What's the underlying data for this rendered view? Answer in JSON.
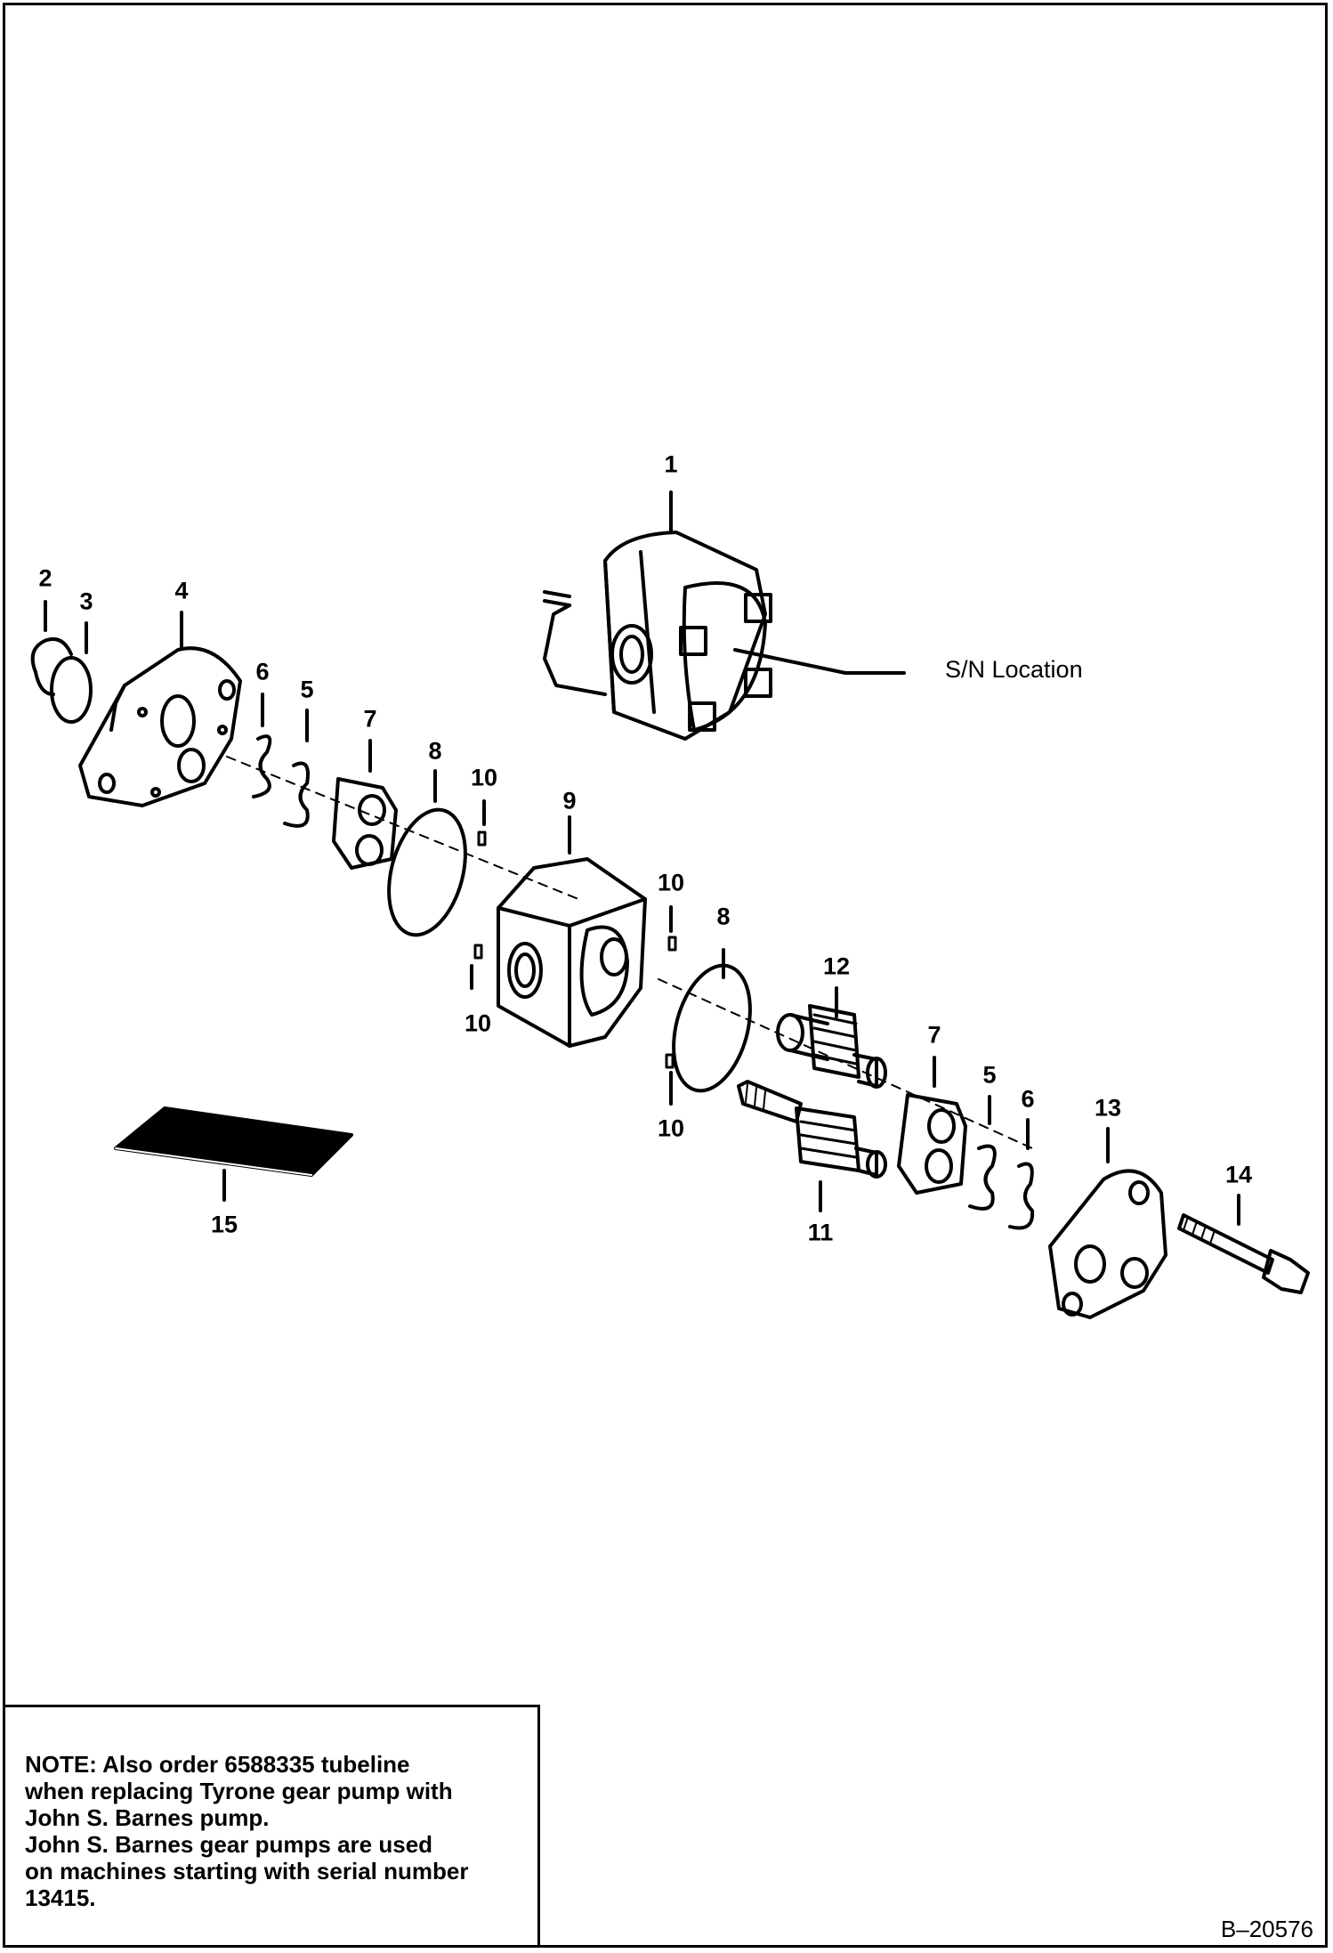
{
  "callouts": {
    "c1": "1",
    "c2": "2",
    "c3": "3",
    "c4": "4",
    "c5a": "5",
    "c6a": "6",
    "c7a": "7",
    "c8a": "8",
    "c10a": "10",
    "c9": "9",
    "c10b": "10",
    "c10c": "10",
    "c8b": "8",
    "c12": "12",
    "c7b": "7",
    "c5b": "5",
    "c6b": "6",
    "c13": "13",
    "c14": "14",
    "c11": "11",
    "c10d": "10",
    "c15": "15"
  },
  "sn_location": "S/N Location",
  "note": {
    "line1": "NOTE: Also order 6588335 tubeline",
    "line2": " when replacing Tyrone gear pump with",
    "line3": " John S. Barnes pump.",
    "line4": " John S. Barnes gear pumps are used",
    "line5": " on machines starting with serial number",
    "line6": " 13415."
  },
  "drawing_id": "B–20576"
}
